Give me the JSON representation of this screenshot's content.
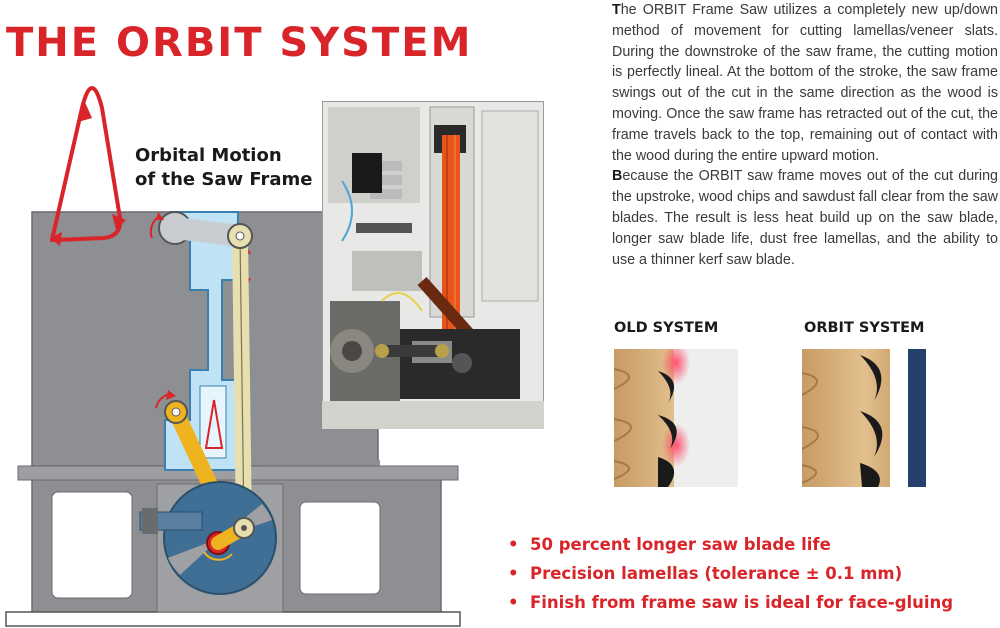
{
  "title": "THE ORBIT SYSTEM",
  "subtitle": {
    "line1": "Orbital Motion",
    "line2": "of the Saw Frame"
  },
  "paragraph1": {
    "initial": "T",
    "text": "he ORBIT Frame Saw utilizes a completely new up/down method of movement for cutting lamellas/veneer slats. During the downstroke of the saw frame, the cutting motion is perfectly lineal. At the bottom of the stroke, the saw frame swings out of the cut in the same direction as the wood is moving. Once the saw frame has retracted out of the cut, the frame travels back to the top, remaining out of contact with the wood during the entire upward motion."
  },
  "paragraph2": {
    "initial": "B",
    "text": "ecause the ORBIT saw frame moves out of the cut during the upstroke, wood chips and sawdust fall clear from the saw blades. The result is less heat build up on the saw blade, longer saw blade life, dust free lamellas, and the ability to use a thinner kerf saw blade."
  },
  "comparison": {
    "old_label": "OLD SYSTEM",
    "new_label": "ORBIT SYSTEM"
  },
  "bullet_marker": "•",
  "bullets": [
    "50 percent longer saw blade life",
    "Precision lamellas (tolerance ± 0.1 mm)",
    "Finish from frame saw is ideal for face-gluing"
  ],
  "colors": {
    "accent": "#d9252a",
    "machine_gray": "#8e8f92",
    "frame_blue": "#bfe3f5",
    "arm_yellow": "#f0b320",
    "flywheel_blue": "#3f6f95"
  }
}
